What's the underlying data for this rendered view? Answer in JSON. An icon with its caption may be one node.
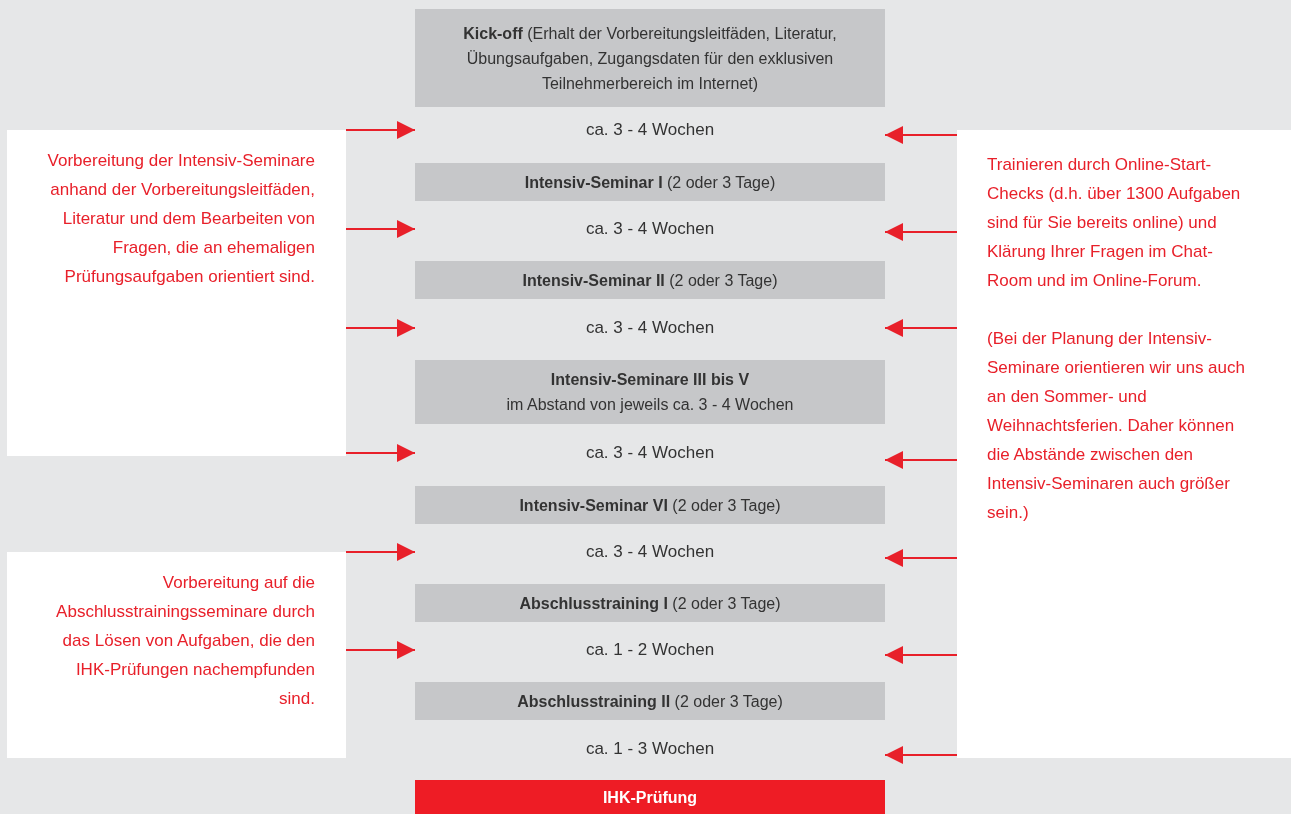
{
  "diagram": {
    "nodes": [
      {
        "text": [
          "**Kick-off** (Erhalt der Vorbereitungsleitfäden, Literatur, Übungsaufgaben, Zugangsdaten für den exklusiven Teilnehmerbereich im Internet)"
        ]
      },
      {
        "text": [
          "ca. 3 - 4 Wochen"
        ]
      },
      {
        "text": [
          "**Intensiv-Seminar I** (2 oder 3 Tage)"
        ]
      },
      {
        "text": [
          "ca. 3 - 4 Wochen"
        ]
      },
      {
        "text": [
          "**Intensiv-Seminar II** (2 oder 3 Tage)"
        ]
      },
      {
        "text": [
          "ca. 3 - 4 Wochen"
        ]
      },
      {
        "text": [
          "Intensiv-Seminare III bis V",
          "im Abstand von jeweils ca. 3 - 4 Wochen"
        ]
      },
      {
        "text": [
          "ca. 3 - 4 Wochen"
        ]
      },
      {
        "text": [
          "**Intensiv-Seminar VI** (2 oder 3 Tage)"
        ]
      },
      {
        "text": [
          "ca. 3 - 4 Wochen"
        ]
      },
      {
        "text": [
          "**Abschlusstraining I** (2 oder 3 Tage)"
        ]
      },
      {
        "text": [
          "ca. 1 - 2 Wochen"
        ]
      },
      {
        "text": [
          "**Abschlusstraining II** (2 oder 3 Tage)"
        ]
      },
      {
        "text": [
          "ca. 1 - 3 Wochen"
        ]
      },
      {
        "text": [
          "IHK-Prüfung"
        ]
      },
      {
        "text": [
          "Vorbereitung der Intensiv-Seminare anhand der Vorbereitungsleitfäden, Literatur und dem Bearbeiten von Fragen, die an ehemaligen Prüfungsaufgaben orientiert sind."
        ]
      },
      {
        "text": [
          "Vorbereitung auf die Abschlusstrainingsseminare durch das Lösen von Aufgaben, die den IHK-Prüfungen nachempfunden sind."
        ]
      },
      {
        "text": [
          "Trainieren durch Online-Start-Checks (d.h. über 1300 Aufgaben sind für Sie bereits online) und Klärung Ihrer Fragen im Chat-Room und im Online-Forum.",
          "(Bei der Planung der Intensiv-Seminare orientieren wir uns auch an den Sommer- und Weihnachtsferien. Daher können die Abstände zwischen den Intensiv-Seminaren auch größer sein.)"
        ]
      }
    ],
    "edges": [
      {
        "from": 15,
        "to": 1,
        "arrow": "to"
      },
      {
        "from": 15,
        "to": 3,
        "arrow": "to"
      },
      {
        "from": 15,
        "to": 5,
        "arrow": "to"
      },
      {
        "from": 15,
        "to": 7,
        "arrow": "to"
      },
      {
        "from": 16,
        "to": 9,
        "arrow": "to"
      },
      {
        "from": 16,
        "to": 11,
        "arrow": "to"
      },
      {
        "from": 17,
        "to": 1,
        "arrow": "to"
      },
      {
        "from": 17,
        "to": 3,
        "arrow": "to"
      },
      {
        "from": 17,
        "to": 5,
        "arrow": "to"
      },
      {
        "from": 17,
        "to": 7,
        "arrow": "to"
      },
      {
        "from": 17,
        "to": 9,
        "arrow": "to"
      },
      {
        "from": 17,
        "to": 11,
        "arrow": "to"
      },
      {
        "from": 17,
        "to": 13,
        "arrow": "to"
      }
    ]
  }
}
